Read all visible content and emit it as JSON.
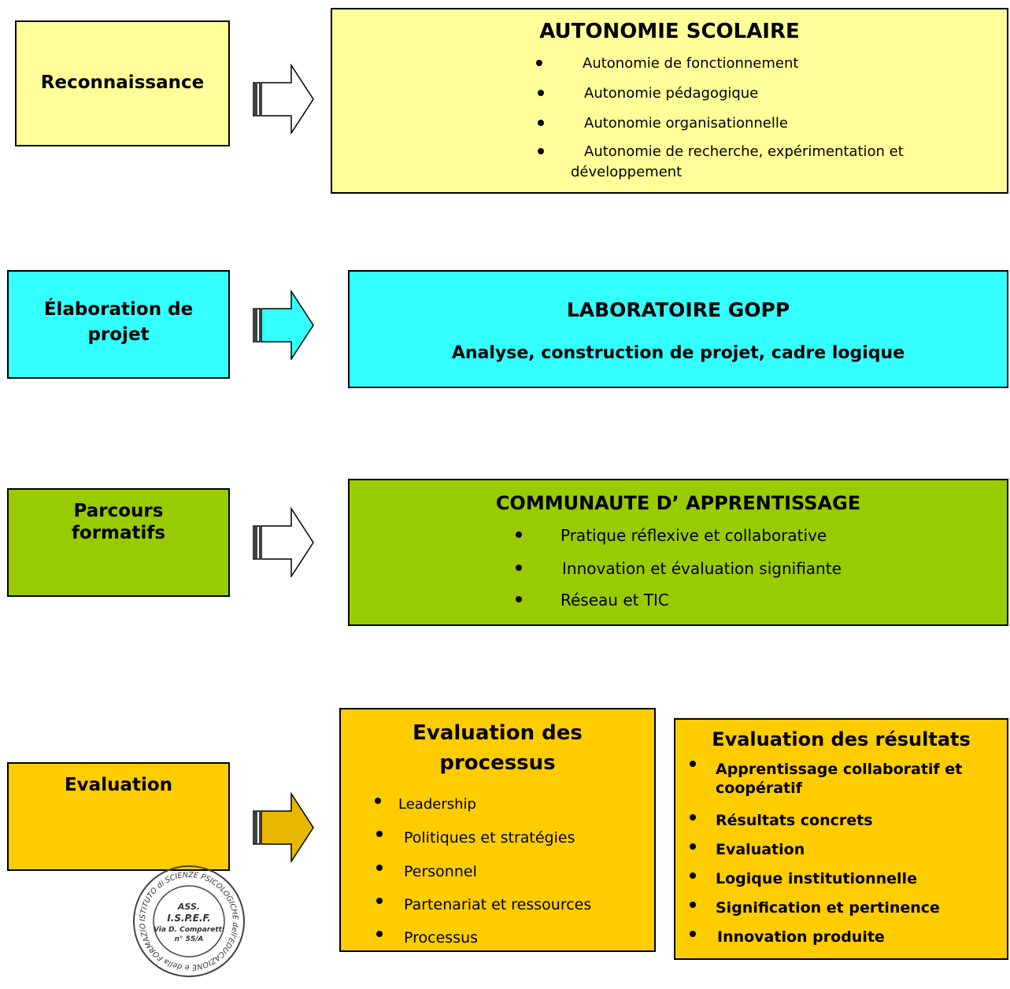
{
  "rows": [
    {
      "left_label": [
        "Reconnaissance"
      ],
      "right_title": "AUTONOMIE SCOLAIRE",
      "items": [
        "Autonomie de fonctionnement",
        "Autonomie pédagogique",
        "Autonomie organisationnelle",
        "Autonomie de recherche, expérimentation et",
        "développement"
      ]
    },
    {
      "left_label": [
        "Élaboration de",
        "projet"
      ],
      "right_title": "LABORATOIRE GOPP",
      "right_subtitle": "Analyse, construction de projet, cadre logique"
    },
    {
      "left_label": [
        "Parcours",
        "formatifs"
      ],
      "right_title": "COMMUNAUTE D’ APPRENTISSAGE",
      "items": [
        "Pratique réflexive et collaborative",
        "Innovation et évaluation signifiante",
        "Réseau et TIC"
      ]
    },
    {
      "left_label": [
        "Evaluation"
      ],
      "process_title": [
        "Evaluation des",
        "processus"
      ],
      "process_items": [
        "Leadership",
        "Politiques et stratégies",
        "Personnel",
        "Partenariat et ressources",
        "Processus"
      ],
      "results_title": "Evaluation des résultats",
      "results_items": [
        "Apprentissage collaboratif et",
        "coopératif",
        "Résultats concrets",
        "Evaluation",
        "Logique institutionnelle",
        "Signification et pertinence",
        "Innovation produite"
      ]
    }
  ],
  "stamp": {
    "ring_text": "ISTITUTO di SCIENZE PSICOLOGICHE dell'EDUCAZIONE e della FORMAZIONE",
    "lines": [
      "ASS.",
      "I.S.P.E.F.",
      "Via D. Comparetti",
      "n° 55/A"
    ]
  },
  "colors": {
    "row1": "#ffff99",
    "row2": "#33ffff",
    "row3": "#99cc00",
    "row4": "#ffcc00"
  }
}
